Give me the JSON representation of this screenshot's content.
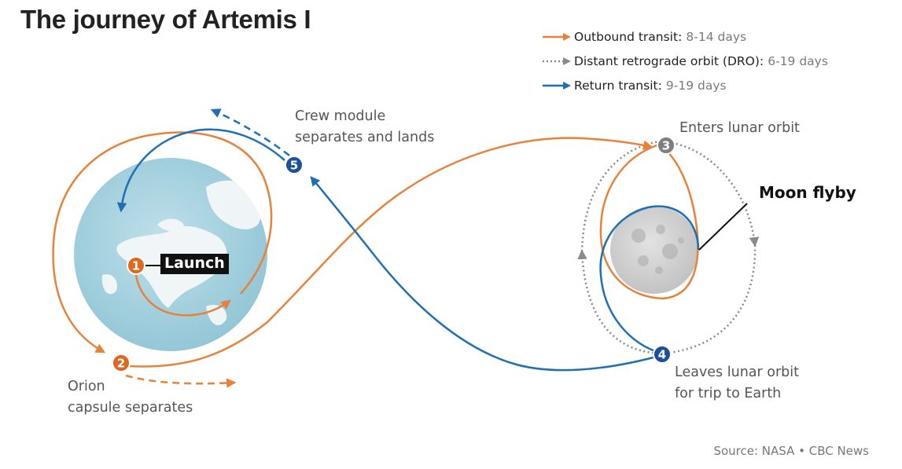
{
  "title": "The journey of Artemis I",
  "legend": [
    {
      "label": "Outbound transit:",
      "value": "8-14 days",
      "color": "#e8823a",
      "style": "solid"
    },
    {
      "label": "Distant retrograde orbit (DRO):",
      "value": "6-19 days",
      "color": "#8a8a8a",
      "style": "dotted"
    },
    {
      "label": "Return transit:",
      "value": "9-19 days",
      "color": "#1f6fb5",
      "style": "solid"
    }
  ],
  "steps": [
    {
      "number": "1",
      "label": "Launch",
      "color": "#e0681e"
    },
    {
      "number": "2",
      "label": "Orion\ncapsule separates",
      "color": "#e0681e"
    },
    {
      "number": "3",
      "label": "Enters lunar orbit",
      "color": "#7f7f7f"
    },
    {
      "number": "4",
      "label": "Leaves lunar orbit\nfor trip to Earth",
      "color": "#1e4f9a"
    },
    {
      "number": "5",
      "label": "Crew module\nseparates and lands",
      "color": "#1e4f9a"
    }
  ],
  "moon_label": "Moon flyby",
  "source": "Source: NASA • CBC News",
  "colors": {
    "outbound": "#e8823a",
    "dro": "#8a8a8a",
    "return": "#1f6fb5",
    "earth_ocean": "#a9d3e0",
    "earth_land": "#ffffff",
    "moon": "#d2d2d2"
  }
}
